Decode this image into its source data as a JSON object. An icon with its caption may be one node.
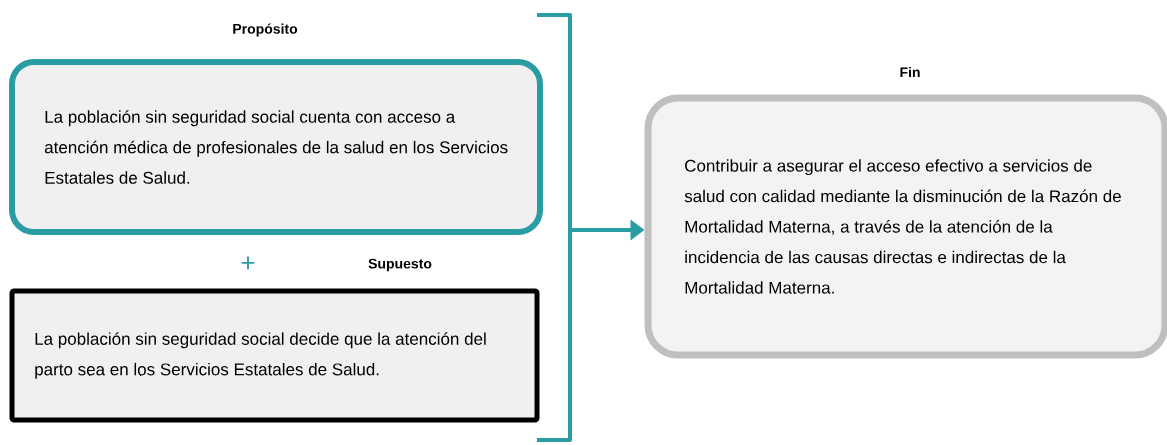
{
  "diagram": {
    "nodes": [
      {
        "text": [
          "Propósito",
          "La población sin seguridad social cuenta con acceso a atención médica de profesionales de la salud en los Servicios Estatales de Salud."
        ]
      },
      {
        "text": [
          "Supuesto",
          "La población sin seguridad social decide que la atención del parto sea en los Servicios Estatales de Salud."
        ]
      },
      {
        "text": [],
        "shape": "bracket"
      },
      {
        "text": [
          "Fin",
          "Contribuir a asegurar el acceso efectivo a servicios de salud con calidad mediante la disminución de la Razón de Mortalidad Materna, a través de la atención de la incidencia de las causas directas e indirectas de la Mortalidad Materna."
        ]
      }
    ],
    "edges": [
      {
        "from": 2,
        "to": 3,
        "arrow": "to"
      }
    ],
    "labels": [
      "+"
    ]
  }
}
